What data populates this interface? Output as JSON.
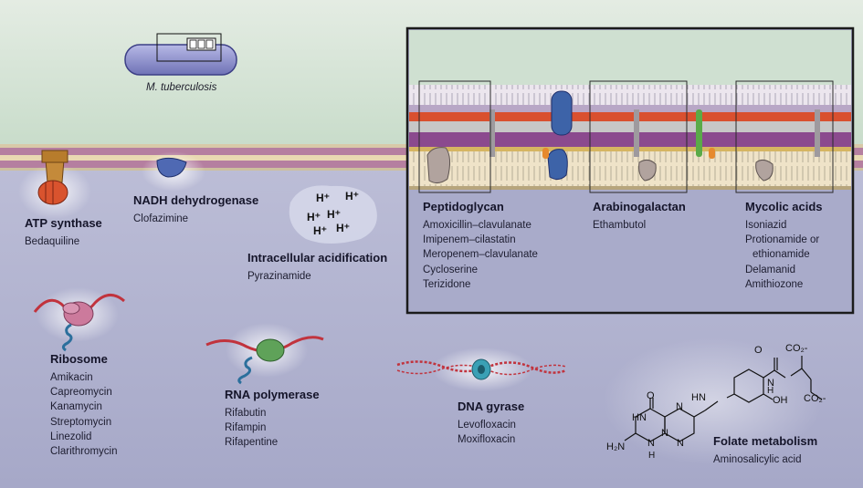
{
  "bacterium_label": "M. tuberculosis",
  "targets": {
    "atp_synthase": {
      "title": "ATP synthase",
      "drugs": [
        "Bedaquiline"
      ]
    },
    "nadh": {
      "title": "NADH dehydrogenase",
      "drugs": [
        "Clofazimine"
      ]
    },
    "acid": {
      "title": "Intracellular acidification",
      "drugs": [
        "Pyrazinamide"
      ],
      "ions": [
        "H⁺",
        "H⁺",
        "H⁺",
        "H⁺",
        "H⁺",
        "H⁺"
      ]
    },
    "ribosome": {
      "title": "Ribosome",
      "drugs": [
        "Amikacin",
        "Capreomycin",
        "Kanamycin",
        "Streptomycin",
        "Linezolid",
        "Clarithromycin"
      ]
    },
    "rnap": {
      "title": "RNA polymerase",
      "drugs": [
        "Rifabutin",
        "Rifampin",
        "Rifapentine"
      ]
    },
    "gyrase": {
      "title": "DNA gyrase",
      "drugs": [
        "Levofloxacin",
        "Moxifloxacin"
      ]
    },
    "folate": {
      "title": "Folate metabolism",
      "drugs": [
        "Aminosalicylic acid"
      ]
    },
    "peptidoglycan": {
      "title": "Peptidoglycan",
      "drugs": [
        "Amoxicillin–clavulanate",
        "Imipenem–cilastatin",
        "Meropenem–clavulanate",
        "Cycloserine",
        "Terizidone"
      ]
    },
    "arabinogalactan": {
      "title": "Arabinogalactan",
      "drugs": [
        "Ethambutol"
      ]
    },
    "mycolic": {
      "title": "Mycolic acids",
      "drugs": [
        "Isoniazid",
        "Protionamide or",
        "ethionamide",
        "Delamanid",
        "Amithiozone"
      ]
    }
  },
  "chem_labels": {
    "co2_top": "CO₂-",
    "co2_bottom": "CO₂-",
    "o_ring": "O",
    "o_carbonyl": "O",
    "oh": "OH",
    "nh_amide": "N",
    "h_amide": "H",
    "nh_linker": "HN",
    "n_a": "N",
    "n_b": "N",
    "n_c": "N",
    "n_d": "N",
    "hn_ring": "HN",
    "h2n": "H₂N",
    "nh_bottom": "N",
    "h_bottom": "H"
  },
  "colors": {
    "cytoplasm": "#aeb0cf",
    "exterior": "#cfe0d1",
    "membrane_stripe": "#b57fa0",
    "panel_border": "#1b1b1b",
    "peptidoglycan_red": "#d9502f",
    "dna_red": "#c1333d",
    "rna_blue": "#2b6f9c"
  }
}
